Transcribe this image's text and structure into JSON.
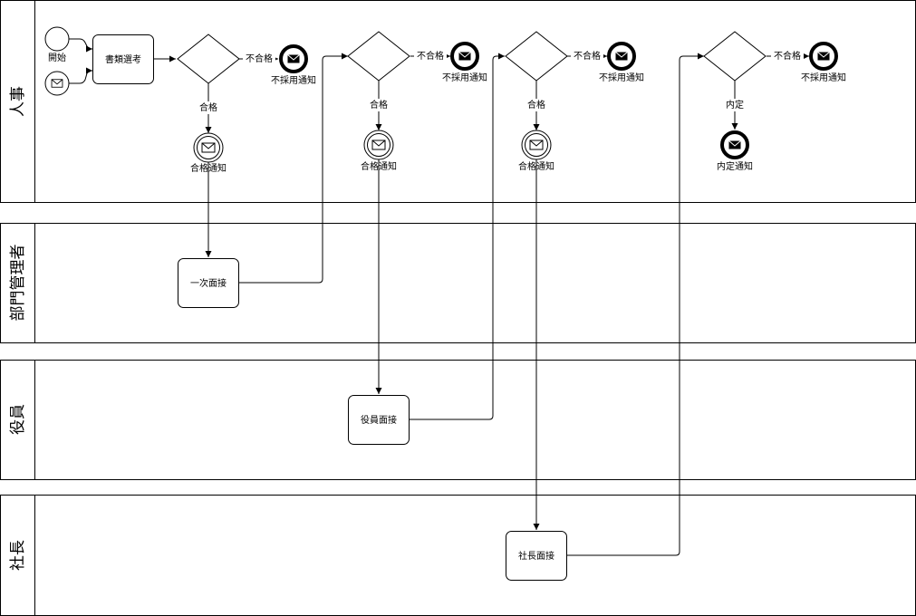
{
  "lanes": [
    {
      "id": "hr",
      "title": "人事"
    },
    {
      "id": "dept",
      "title": "部門管理者"
    },
    {
      "id": "exec",
      "title": "役員"
    },
    {
      "id": "ceo",
      "title": "社長"
    }
  ],
  "events": {
    "start_label": "開始",
    "pass_notice": "合格通知",
    "reject_notice": "不採用通知",
    "offer_notice": "内定通知"
  },
  "tasks": {
    "document_screening": "書類選考",
    "first_interview": "一次面接",
    "executive_interview": "役員面接",
    "ceo_interview": "社長面接"
  },
  "flow_labels": {
    "pass": "合格",
    "fail": "不合格",
    "offer": "内定"
  }
}
